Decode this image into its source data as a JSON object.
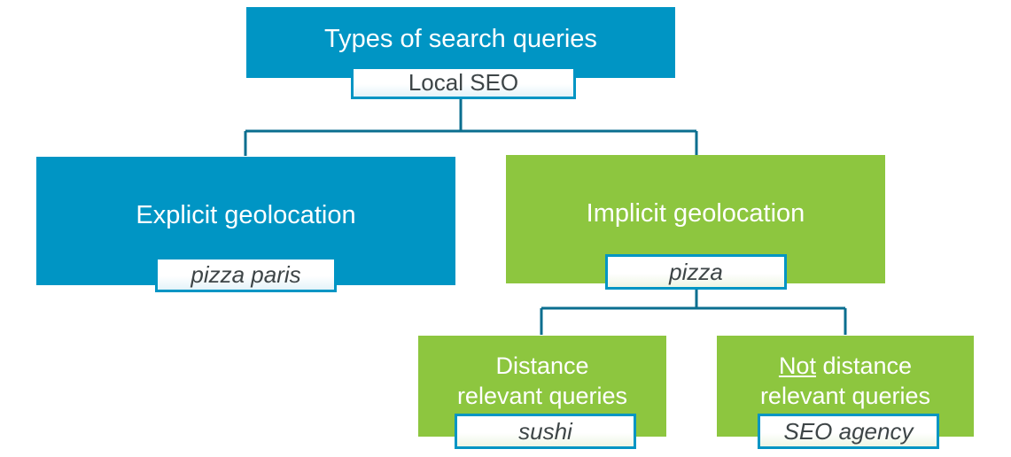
{
  "root": {
    "title": "Types of search queries",
    "tag": "Local SEO"
  },
  "explicit": {
    "title": "Explicit geolocation",
    "example": "pizza paris"
  },
  "implicit": {
    "title": "Implicit geolocation",
    "example": "pizza"
  },
  "distance": {
    "line1": "Distance",
    "line2": "relevant queries",
    "example": "sushi"
  },
  "not_distance": {
    "line1_underlined": "Not",
    "line1_rest": " distance",
    "line2": "relevant queries",
    "example": "SEO agency"
  },
  "colors": {
    "blue": "#0095c4",
    "green": "#8dc63f",
    "connector": "#0a6e8f"
  }
}
